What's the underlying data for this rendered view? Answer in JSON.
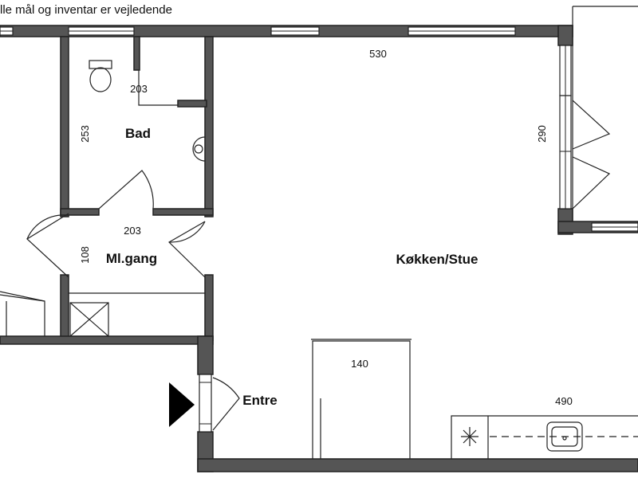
{
  "note": "lle mål og inventar er vejledende",
  "rooms": {
    "bath": "Bad",
    "hall": "Ml.gang",
    "living": "Køkken/Stue",
    "entry": "Entre"
  },
  "dimensions": {
    "top_width": "530",
    "bath_width": "203",
    "bath_depth": "253",
    "hall_width": "203",
    "hall_depth": "108",
    "balcony": "290",
    "closet": "140",
    "kitchen": "490"
  },
  "colors": {
    "wall": "#555555",
    "line": "#222222",
    "background": "#ffffff"
  }
}
